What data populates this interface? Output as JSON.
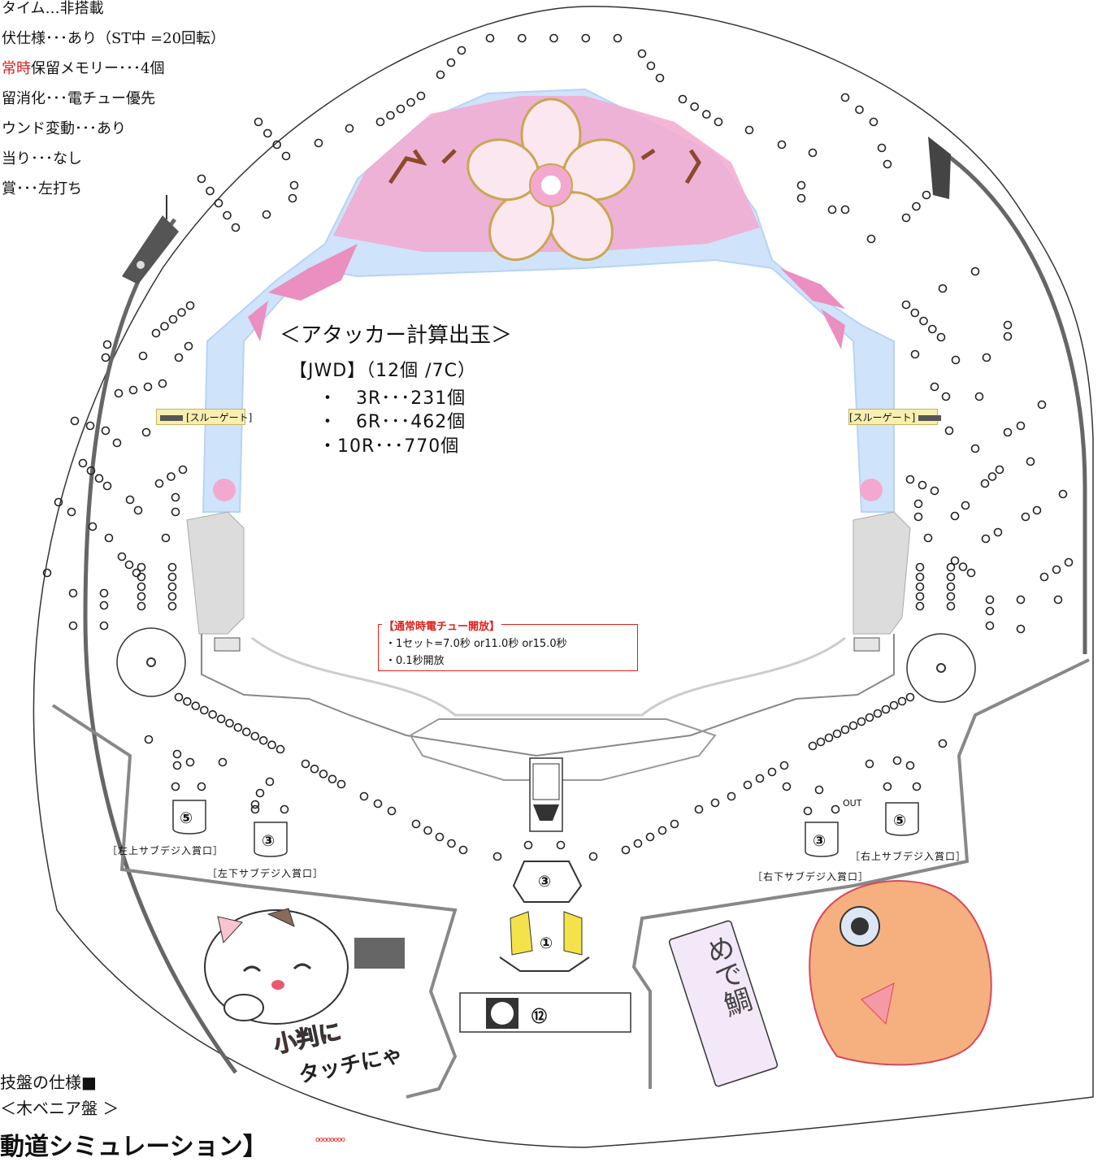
{
  "spec_lines": [
    {
      "prefix": "",
      "text": "タイム…非搭載"
    },
    {
      "prefix": "",
      "text": "伏仕様･･･あり（ST中 =20回転）"
    },
    {
      "prefix": "常時",
      "text": "保留メモリー･･･4個"
    },
    {
      "prefix": "",
      "text": "留消化･･･電チュー優先"
    },
    {
      "prefix": "",
      "text": "ウンド変動･･･あり"
    },
    {
      "prefix": "",
      "text": "当り･･･なし"
    },
    {
      "prefix": "",
      "text": "賞･･･左打ち"
    }
  ],
  "attacker": {
    "title": "＜アタッカー計算出玉＞",
    "jwd": "【JWD】（12個 /7C）",
    "rows": [
      "・　3R･･･231個",
      "・　6R･･･462個",
      "・10R･･･770個"
    ]
  },
  "denchu_box": {
    "header": "【通常時電チュー開放】",
    "line1": "・1セット=7.0秒 or11.0秒 or15.0秒",
    "line2": "・0.1秒開放"
  },
  "through_gate": {
    "left": "[スルーゲート]",
    "right": "[スルーゲート]"
  },
  "pockets": {
    "left_upper": {
      "label": "［左上サブデジ入賞口］",
      "num": "⑤"
    },
    "left_lower": {
      "label": "［左下サブデジ入賞口］",
      "num": "③"
    },
    "right_upper": {
      "label": "［右上サブデジ入賞口］",
      "num": "⑤"
    },
    "right_lower": {
      "label": "［右下サブデジ入賞口］",
      "num": "③"
    },
    "center_top": "③",
    "start": "①",
    "attacker": "⑫",
    "out": "OUT"
  },
  "footer": {
    "spec_title": "技盤の仕様■",
    "board_type": "＜木ベニア盤 ＞",
    "sim_title": "動道シミュレーション】"
  },
  "decor": {
    "cat_line1": "小判に",
    "cat_line2": "タッチにゃ",
    "tai": "めで鯛"
  },
  "colors": {
    "accent_red": "#e0201b",
    "sakura_pink": "#f3a9cf",
    "frame_blue": "#cfe3fb",
    "gate_yellow": "#f7eeb0"
  }
}
